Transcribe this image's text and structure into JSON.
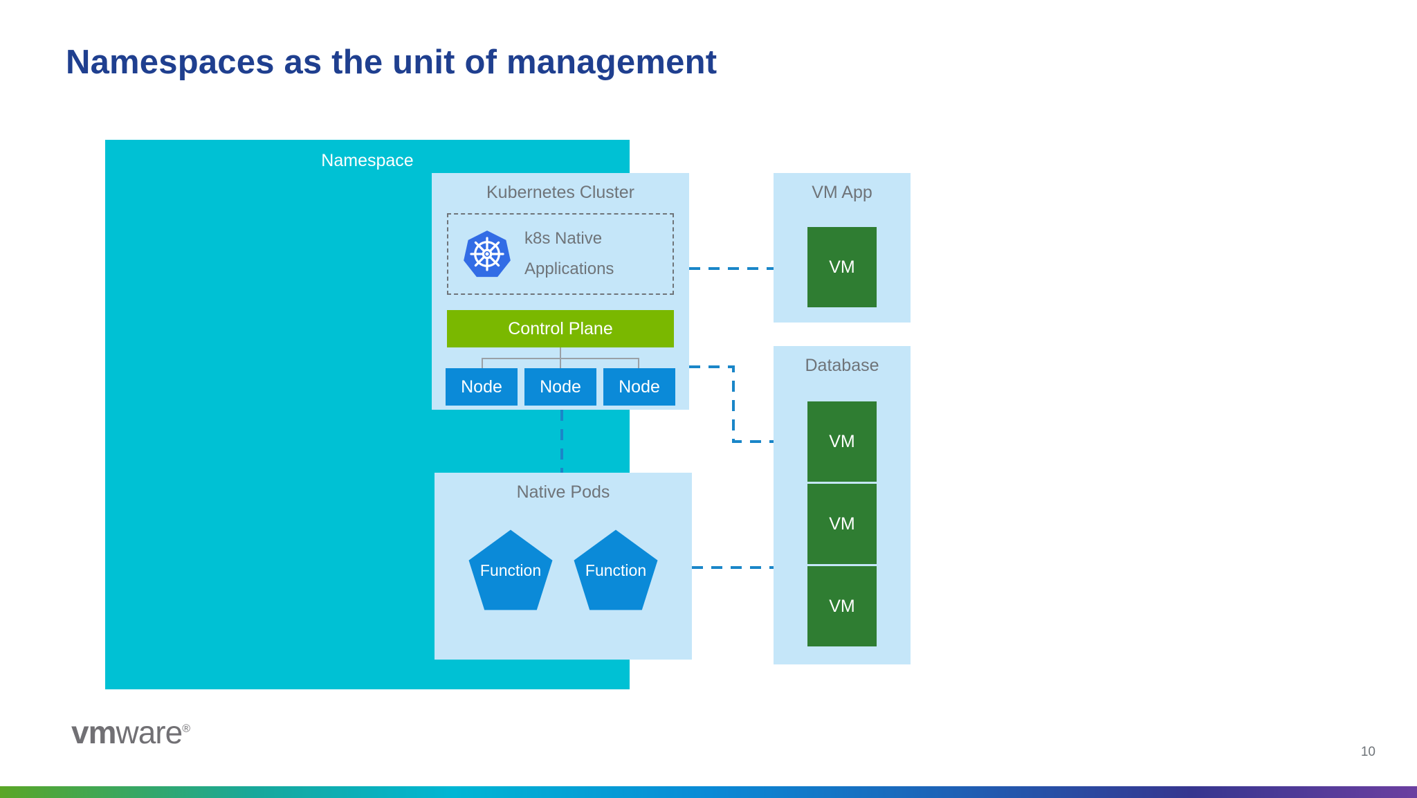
{
  "slide": {
    "title": "Namespaces as the unit of management",
    "page_number": "10",
    "brand_logo_bold": "vm",
    "brand_logo_light": "ware",
    "brand_logo_registered": "®"
  },
  "colors": {
    "title": "#1f3f8f",
    "namespace": "#00c1d4",
    "pale_container": "#c5e6f9",
    "control_plane": "#7ab800",
    "node": "#0b8ad8",
    "vm": "#2f7d32",
    "function": "#0b8ad8",
    "connector_dashed": "#1a86c8",
    "label_gray": "#6f7479"
  },
  "diagram": {
    "namespace": {
      "label": "Namespace"
    },
    "kubernetes_cluster": {
      "title": "Kubernetes Cluster",
      "native_apps": {
        "icon": "kubernetes-helm-icon",
        "line1": "k8s Native",
        "line2": "Applications"
      },
      "control_plane": "Control Plane",
      "nodes": [
        "Node",
        "Node",
        "Node"
      ]
    },
    "native_pods": {
      "title": "Native Pods",
      "functions": [
        "Function",
        "Function"
      ]
    },
    "vm_app": {
      "title": "VM App",
      "vms": [
        "VM"
      ]
    },
    "database": {
      "title": "Database",
      "vms": [
        "VM",
        "VM",
        "VM"
      ]
    },
    "connectors": [
      {
        "from": "k8s-native-applications",
        "to": "vm-app-vm",
        "style": "dashed"
      },
      {
        "from": "kubernetes-nodes",
        "to": "database-vm-1",
        "style": "dashed"
      },
      {
        "from": "kubernetes-cluster",
        "to": "native-pods",
        "style": "dashed"
      },
      {
        "from": "native-pods",
        "to": "database-vm-3",
        "style": "dashed"
      }
    ]
  }
}
